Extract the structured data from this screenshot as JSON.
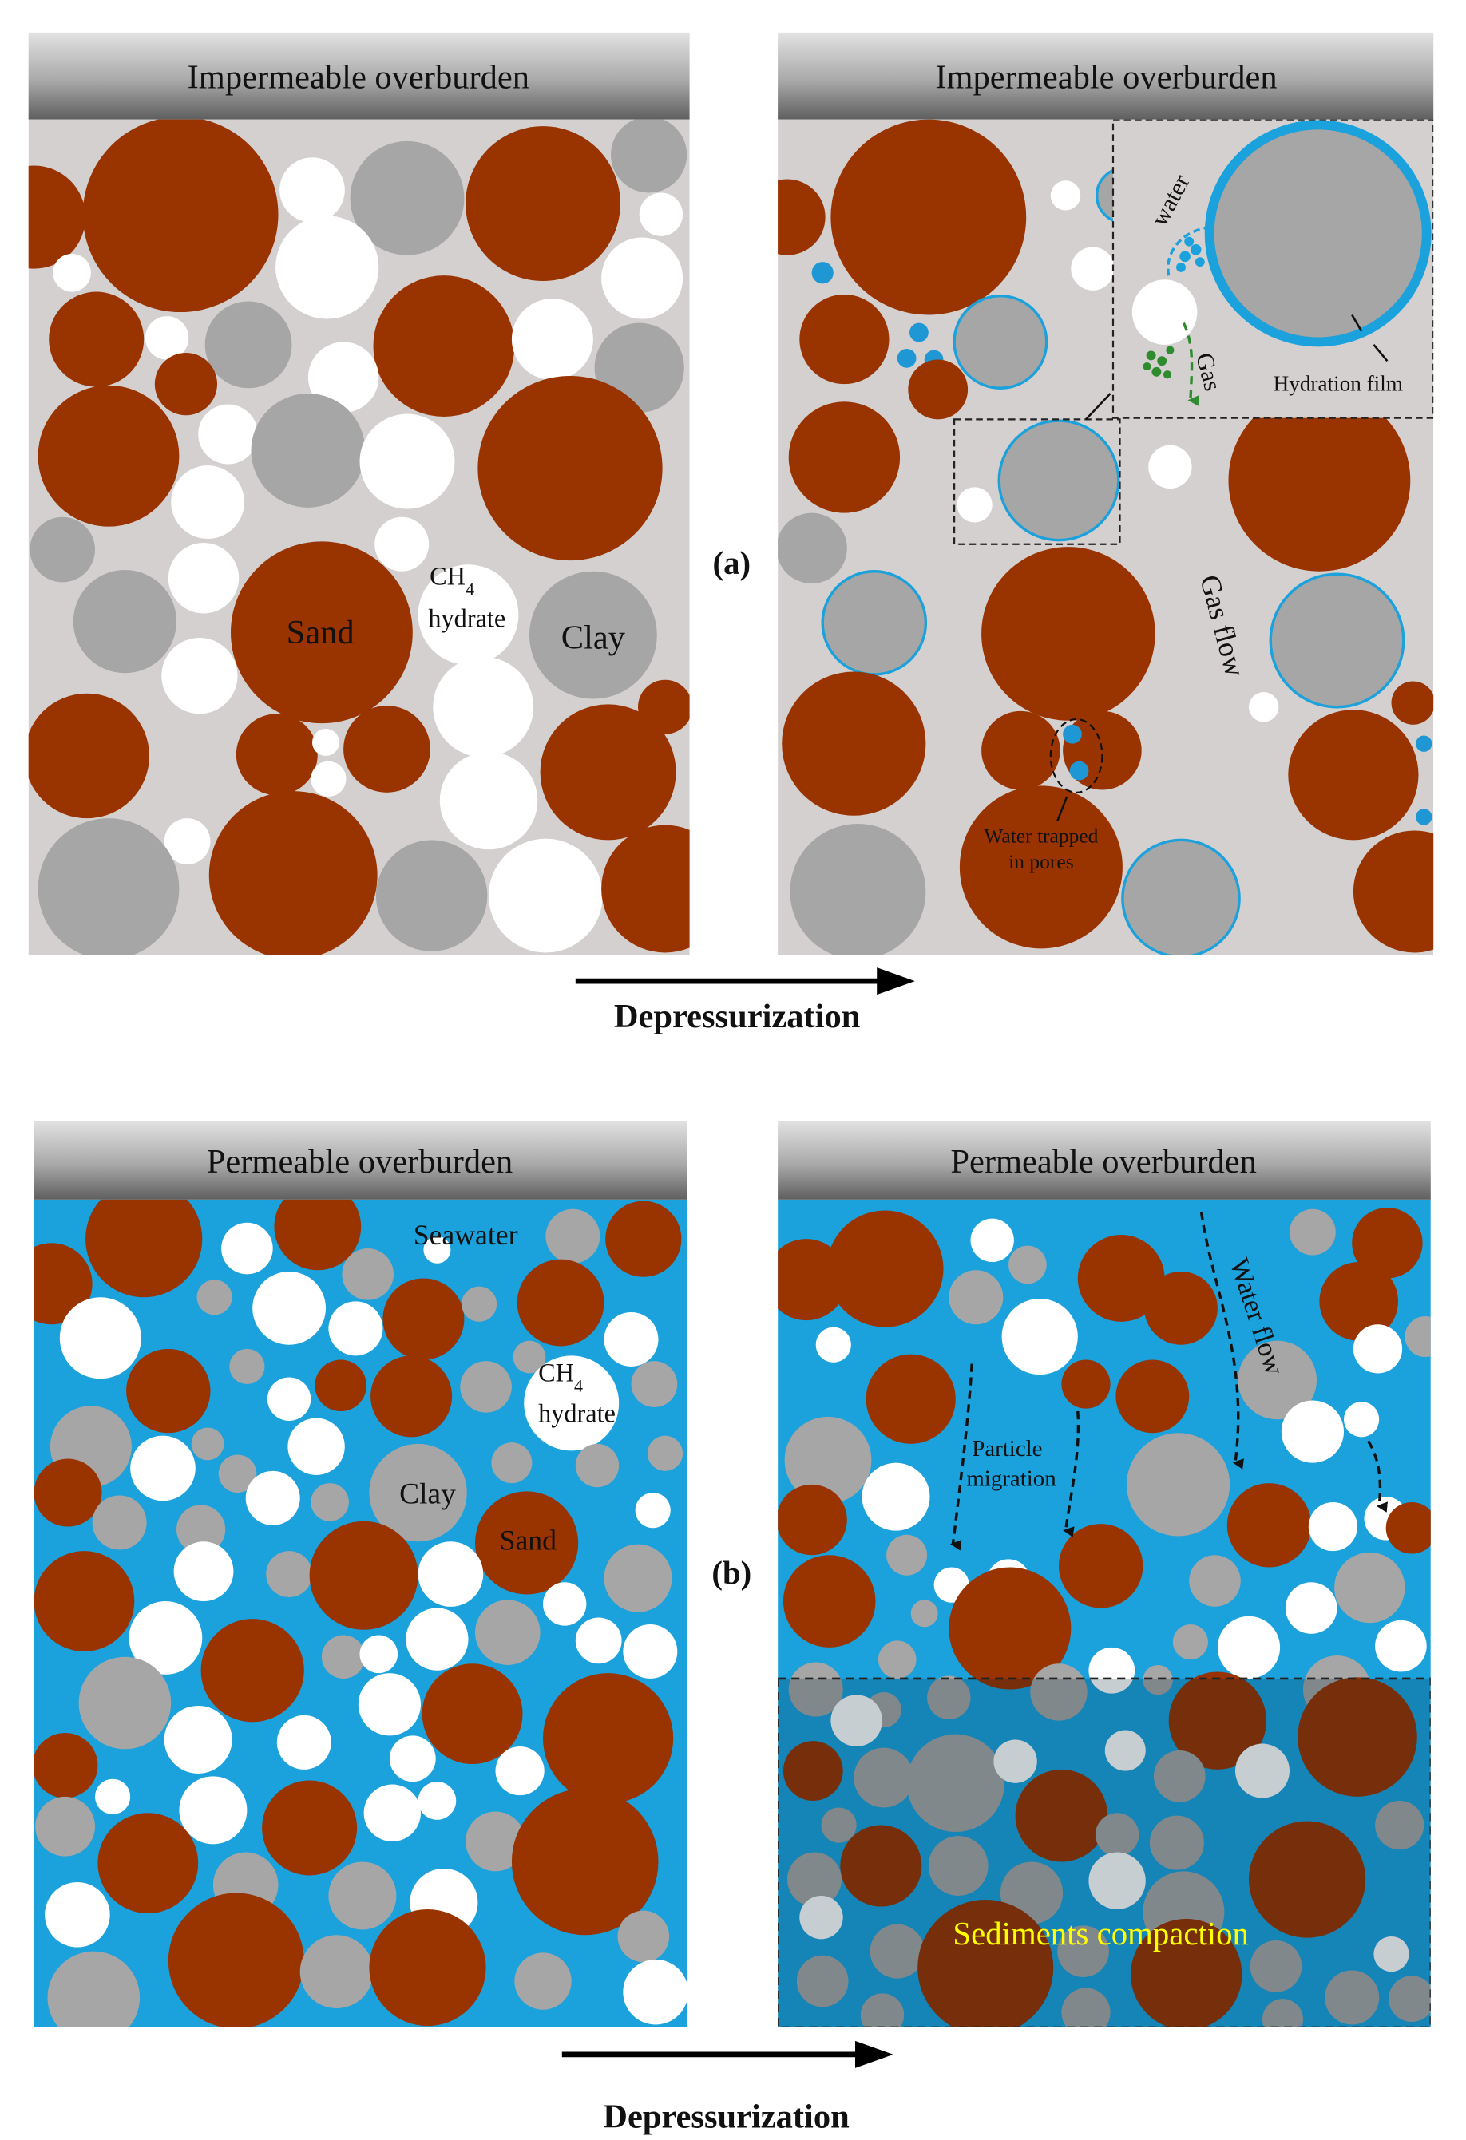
{
  "panel_a": {
    "label": "(a)",
    "left_header": "Impermeable overburden",
    "right_header": "Impermeable overburden",
    "left_labels": {
      "sand": "Sand",
      "hydrate_formula": "CH",
      "hydrate_subscript": "4",
      "hydrate_word": "hydrate",
      "clay": "Clay"
    },
    "right_labels": {
      "water": "water",
      "gas": "Gas",
      "hydration_film": "Hydration film",
      "gas_flow": "Gas flow",
      "water_trapped_line1": "Water trapped",
      "water_trapped_line2": "in pores"
    },
    "arrow_label": "Depressurization"
  },
  "panel_b": {
    "label": "(b)",
    "left_header": "Permeable overburden",
    "right_header": "Permeable overburden",
    "left_labels": {
      "seawater": "Seawater",
      "hydrate_formula": "CH",
      "hydrate_subscript": "4",
      "hydrate_word": "hydrate",
      "clay": "Clay",
      "sand": "Sand"
    },
    "right_labels": {
      "water_flow": "Water flow",
      "particle_line1": "Particle",
      "particle_line2": "migration",
      "compaction": "Sediments compaction"
    },
    "arrow_label": "Depressurization"
  },
  "colors": {
    "sand": "#993300",
    "clay": "#a6a6a6",
    "hydrate": "#ffffff",
    "pore_gas": "#d4d0d0",
    "seawater": "#1ba1db",
    "water_drop": "#1f97d4",
    "gas_flow": "#2e8b2e",
    "compaction_text": "#ffff00"
  },
  "icons": {
    "depressurization_arrow": "right-arrow-icon",
    "gas_flow_arrow": "dashed-green-arrow-icon",
    "water_flow_arrow": "dashed-black-arrow-icon"
  }
}
